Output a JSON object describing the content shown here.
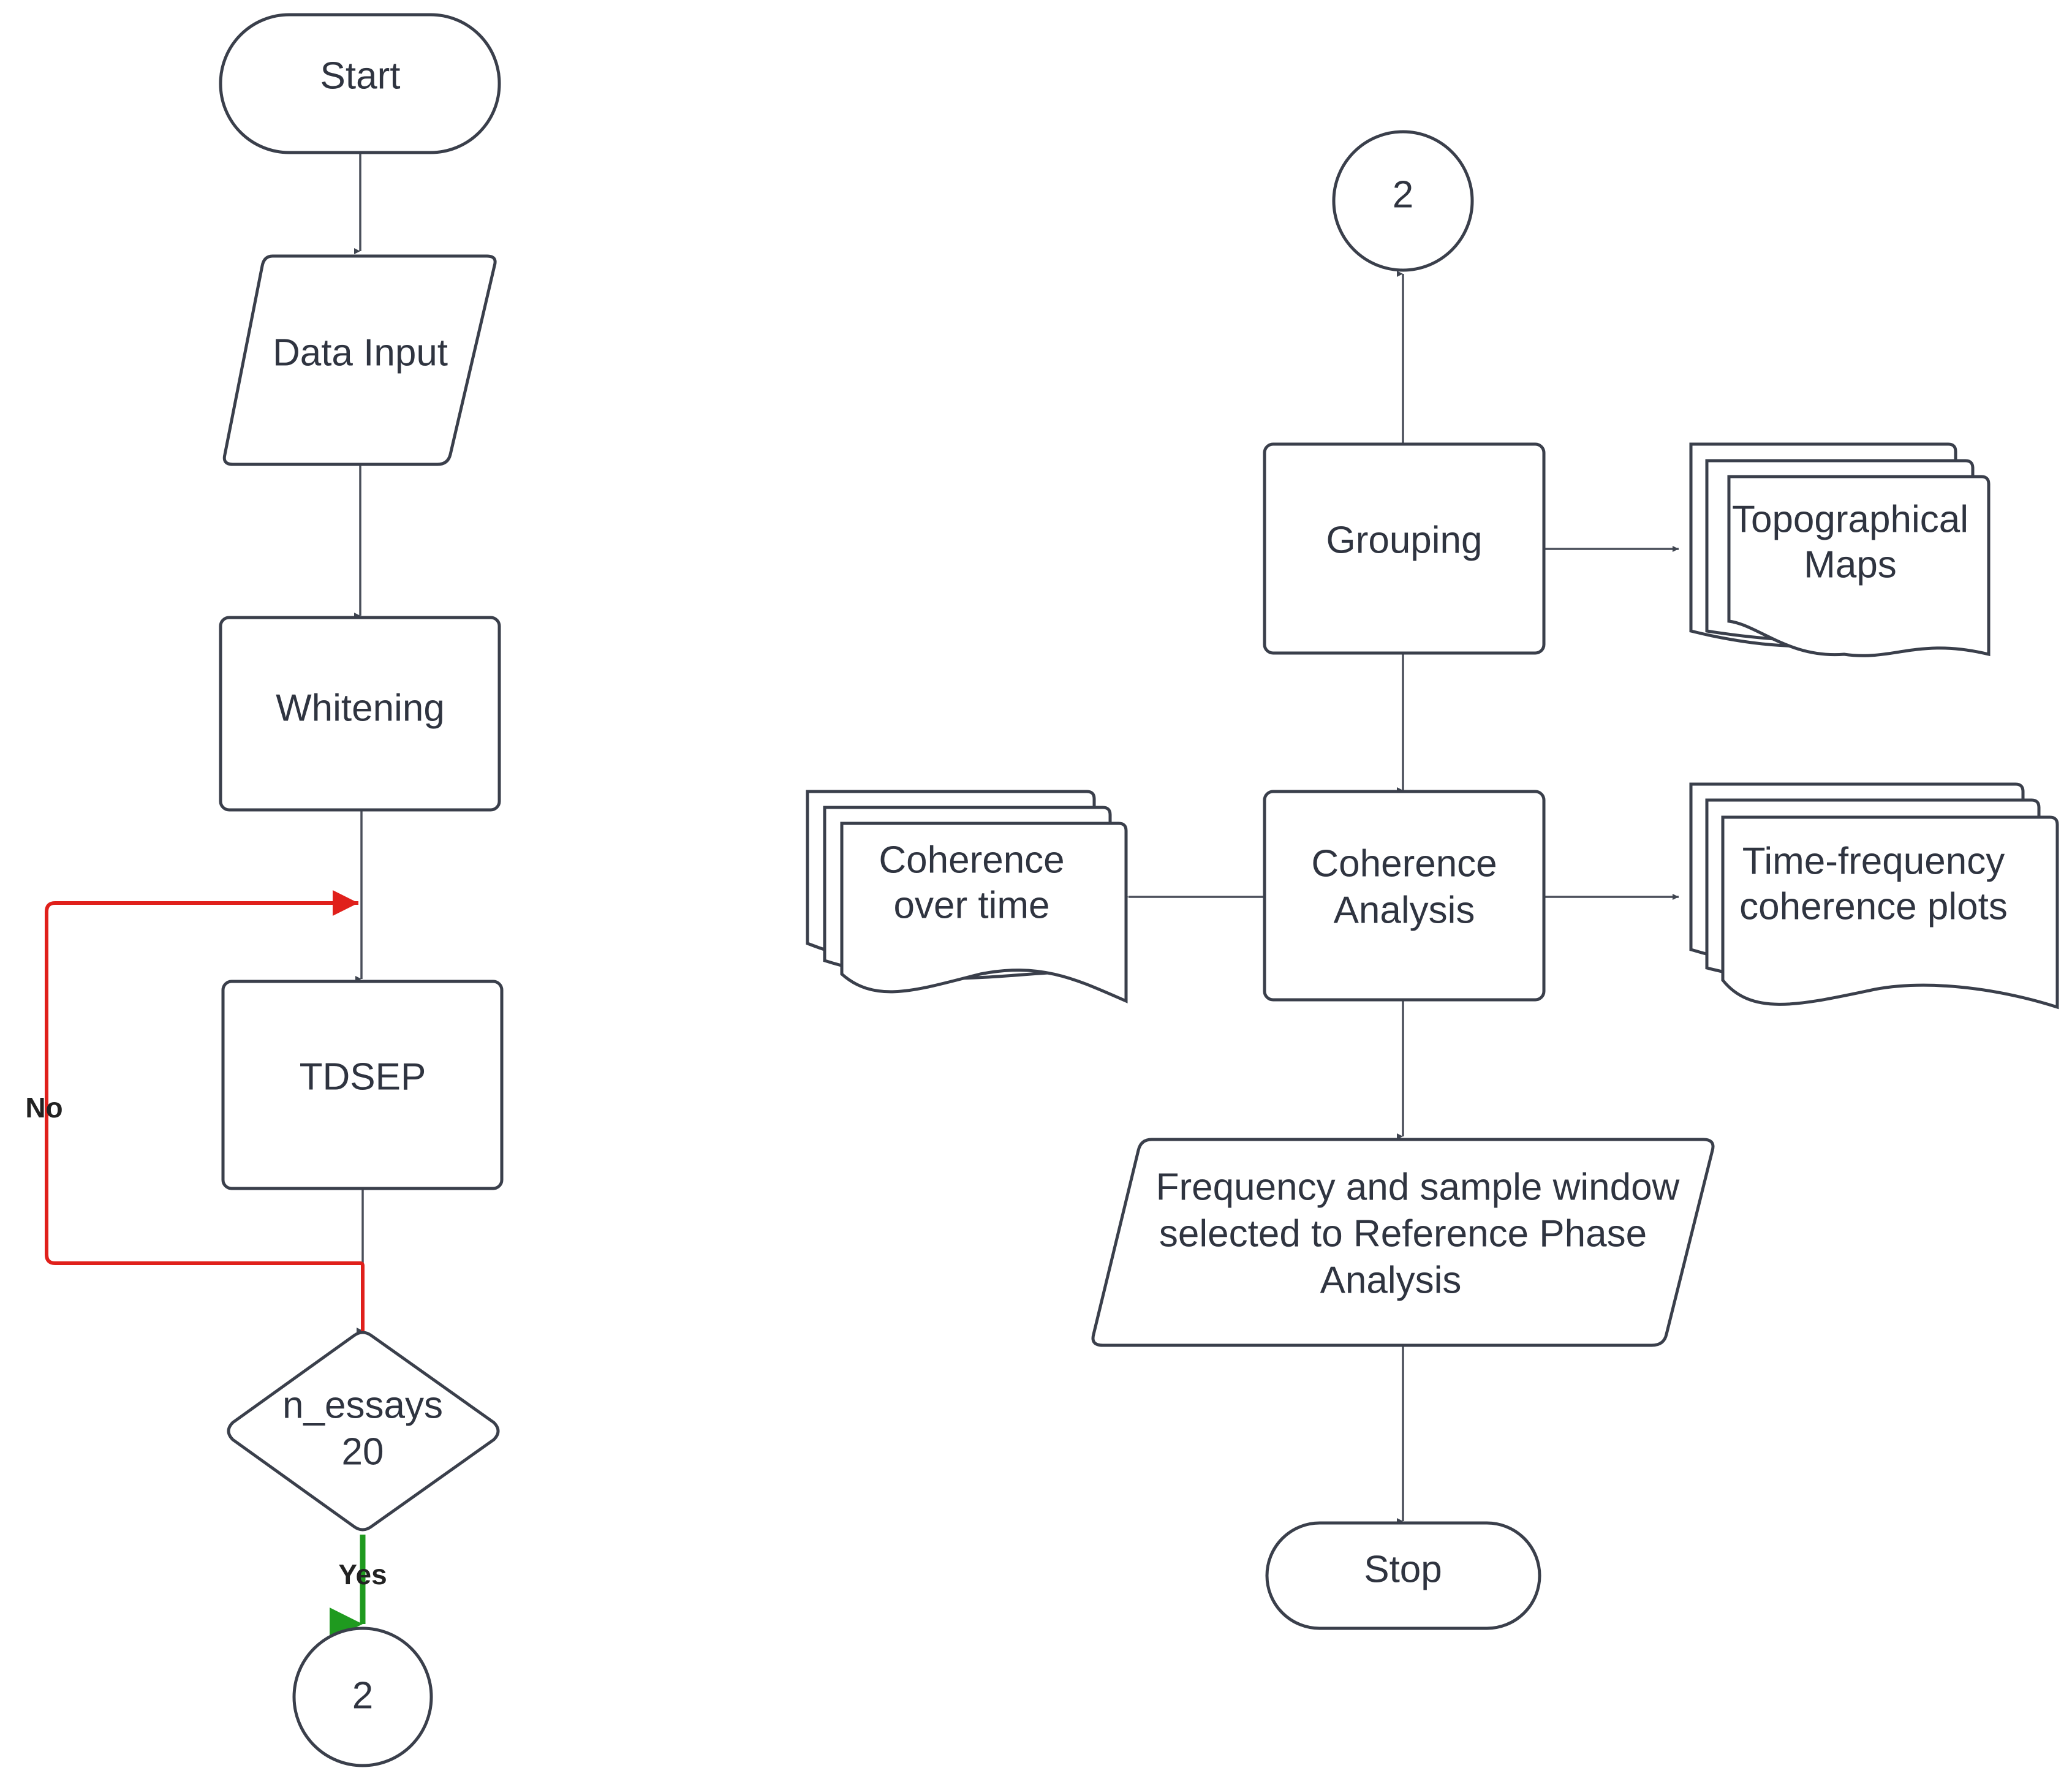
{
  "diagram": {
    "nodes": {
      "start": "Start",
      "data_input": "Data Input",
      "whitening": "Whitening",
      "tdsep": "TDSEP",
      "decision": [
        "n_essays",
        "20"
      ],
      "connector_left": "2",
      "connector_right": "2",
      "grouping": "Grouping",
      "topographical_maps": [
        "Topographical",
        "Maps"
      ],
      "coherence_analysis": [
        "Coherence",
        "Analysis"
      ],
      "coherence_over_time": [
        "Coherence",
        "over time"
      ],
      "tf_plots": [
        "Time-frequency",
        "coherence plots"
      ],
      "frequency_window": [
        "Frequency and sample window",
        "selected to Reference Phase",
        "Analysis"
      ],
      "stop": "Stop"
    },
    "edge_labels": {
      "no": "No",
      "yes": "Yes"
    },
    "colors": {
      "no_branch": "#e0201b",
      "yes_branch": "#1f9a1f",
      "stroke": "#3a3f4b"
    }
  }
}
